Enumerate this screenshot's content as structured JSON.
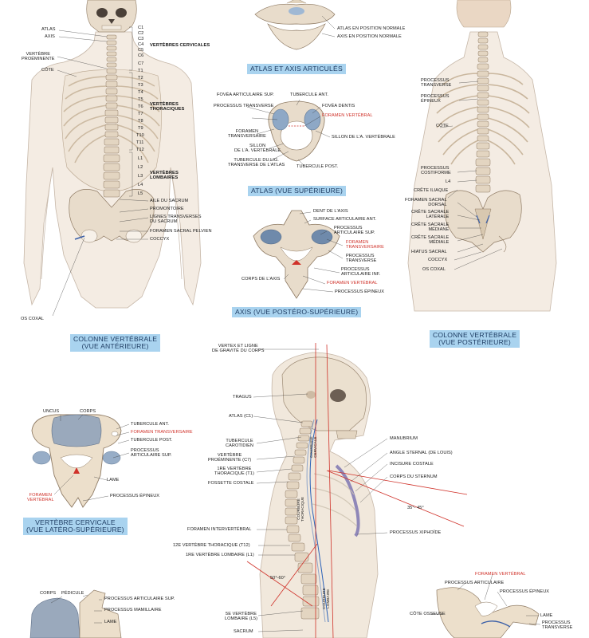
{
  "titles": {
    "atlas_axis": "ATLAS ET AXIS ARTICULÉS",
    "atlas_sup": "ATLAS (VUE SUPÉRIEURE)",
    "axis_post": "AXIS (VUE POSTÉRO-SUPÉRIEURE)",
    "col_ant_1": "COLONNE VERTÉBRALE",
    "col_ant_2": "(VUE ANTÉRIEURE)",
    "col_post_1": "COLONNE VERTÉBRALE",
    "col_post_2": "(VUE POSTÉRIEURE)",
    "cerv_1": "VERTÈBRE CERVICALE",
    "cerv_2": "(VUE LATÉRO-SUPÉRIEURE)"
  },
  "anterior": {
    "left_labels": [
      "ATLAS",
      "AXIS",
      "VERTÈBRE",
      "PROÉMINENTE",
      "CÔTE"
    ],
    "os_coxal": "OS COXAL",
    "levels": [
      "C1",
      "C2",
      "C3",
      "C4",
      "C5",
      "C6",
      "C7",
      "T1",
      "T2",
      "T3",
      "T4",
      "T5",
      "T6",
      "T7",
      "T8",
      "T9",
      "T10",
      "T11",
      "T12",
      "L1",
      "L2",
      "L3",
      "L4",
      "L5"
    ],
    "groups": [
      "VERTÈBRES CERVICALES",
      "VERTÈBRES",
      "THORACIQUES",
      "VERTÈBRES",
      "LOMBAIRES"
    ],
    "pelvis_labels": [
      "AILE DU SACRUM",
      "PROMONTOIRE",
      "LIGNES TRANSVERSES",
      "DU SACRUM",
      "FORAMEN SACRAL PELVIEN",
      "COCCYX"
    ]
  },
  "atlas_axis": {
    "labels": [
      "ATLAS EN POSITION NORMALE",
      "AXIS EN POSITION NORMALE"
    ]
  },
  "atlas": {
    "labels": [
      "FOVÉA ARTICULAIRE SUP.",
      "TUBERCULE ANT.",
      "PROCESSUS TRANSVERSE",
      "FOVÉA DENTIS",
      "FORAMEN VERTÉBRAL",
      "FORAMEN",
      "TRANSVERSAIRE",
      "SILLON DE L'A. VERTÉBRALE",
      "SILLON",
      "DE L'A. VERTÉBRALE",
      "TUBERCULE DU LIG.",
      "TRANSVERSE DE L'ATLAS",
      "TUBERCULE POST."
    ]
  },
  "axis": {
    "labels": [
      "DENT DE L'AXIS",
      "SURFACE ARTICULAIRE ANT.",
      "PROCESSUS",
      "ARTICULAIRE SUP.",
      "FORAMEN",
      "TRANSVERSAIRE",
      "PROCESSUS",
      "TRANSVERSE",
      "PROCESSUS",
      "ARTICULAIRE INF.",
      "CORPS DE L'AXIS",
      "FORAMEN VERTÉBRAL",
      "PROCESSUS ÉPINEUX"
    ]
  },
  "posterior": {
    "labels": [
      "PROCESSUS",
      "TRANSVERSE",
      "PROCESSUS",
      "ÉPINEUX",
      "CÔTE",
      "PROCESSUS",
      "COSTIFORME",
      "L4",
      "CRÊTE ILIAQUE",
      "FORAMEN SACRAL",
      "DORSAL",
      "CRÊTE SACRALE",
      "LATÉRALE",
      "CRÊTE SACRALE",
      "MÉDIANE",
      "CRÊTE SACRALE",
      "MÉDIALE",
      "HIATUS SACRAL",
      "COCCYX",
      "OS COXAL"
    ]
  },
  "cervical": {
    "labels": [
      "UNCUS",
      "CORPS",
      "TUBERCULE ANT.",
      "FORAMEN TRANSVERSAIRE",
      "TUBERCULE POST.",
      "PROCESSUS",
      "ARTICULAIRE SUP.",
      "LAME",
      "FORAMEN",
      "VERTÉBRAL",
      "PROCESSUS ÉPINEUX"
    ]
  },
  "lateral": {
    "left_labels": [
      "VERTEX ET LIGNE",
      "DE GRAVITÉ DU CORPS",
      "TRAGUS",
      "ATLAS (C1)",
      "TUBERCULE",
      "CAROTIDIEN",
      "VERTÈBRE",
      "PROÉMINENTE (C7)",
      "1re VERTÈBRE",
      "THORACIQUE (T1)",
      "FOSSETTE COSTALE",
      "FORAMEN INTERVERTÉBRAL",
      "12e VERTÈBRE THORACIQUE (T12)",
      "1re VERTÈBRE LOMBAIRE (L1)",
      "5e VERTÈBRE",
      "LOMBAIRE (L5)",
      "SACRUM"
    ],
    "right_labels": [
      "MANUBRIUM",
      "ANGLE STERNAL (DE LOUIS)",
      "INCISURE COSTALE",
      "CORPS DU STERNUM",
      "PROCESSUS XIPHOÏDE"
    ],
    "angles": [
      "35°- 45°",
      "50°-60°"
    ],
    "curves": [
      "COURBURE",
      "CERVICALE",
      "COURBURE",
      "THORACIQUE",
      "COURBURE",
      "LOMBAIRE"
    ]
  },
  "bottom_left": {
    "labels": [
      "CORPS",
      "PÉDICULE",
      "PROCESSUS ARTICULAIRE SUP.",
      "PROCESSUS MAMILLAIRE",
      "LAME"
    ]
  },
  "bottom_right": {
    "labels": [
      "FORAMEN VERTÉBRAL",
      "PROCESSUS ARTICULAIRE",
      "PROCESSUS ÉPINEUX",
      "CÔTE OSSEUSE",
      "LAME",
      "PROCESSUS",
      "TRANSVERSE"
    ]
  }
}
